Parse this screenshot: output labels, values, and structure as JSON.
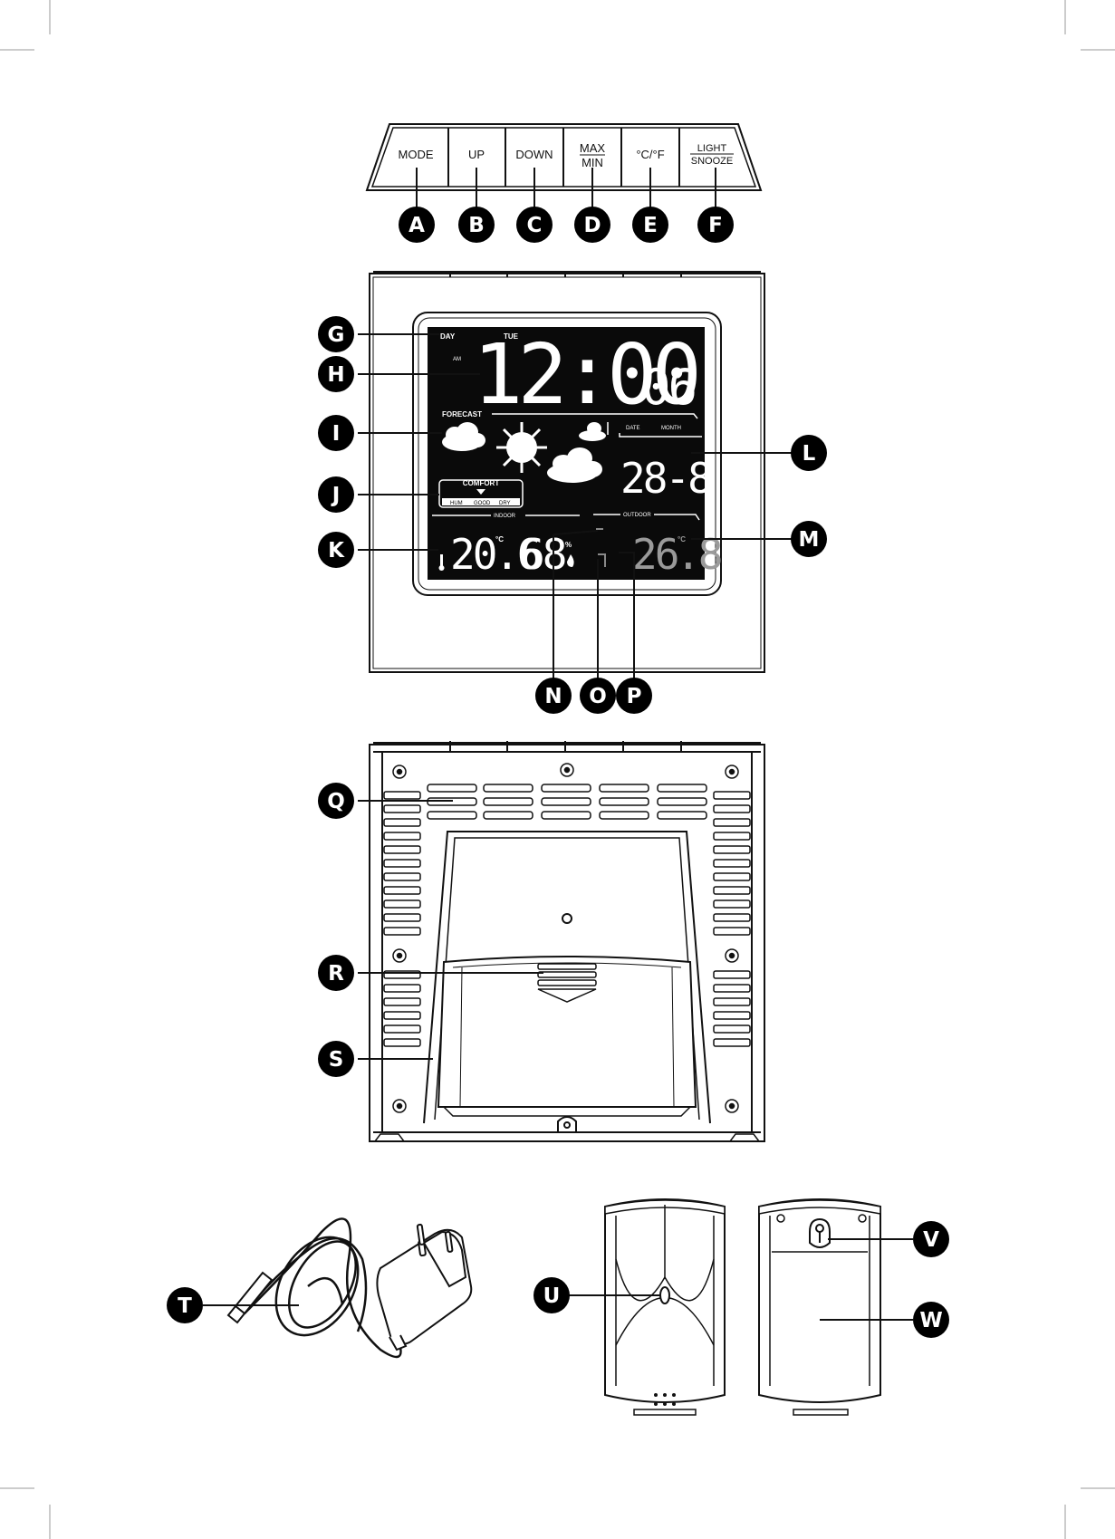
{
  "buttons": [
    {
      "label": "MODE"
    },
    {
      "label": "UP"
    },
    {
      "label": "DOWN"
    },
    {
      "label_top": "MAX",
      "label_bottom": "MIN"
    },
    {
      "label": "°C/°F"
    },
    {
      "label_top": "LIGHT",
      "label_bottom": "SNOOZE"
    }
  ],
  "callouts": [
    "A",
    "B",
    "C",
    "D",
    "E",
    "F",
    "G",
    "H",
    "I",
    "J",
    "K",
    "L",
    "M",
    "N",
    "O",
    "P",
    "Q",
    "R",
    "S",
    "T",
    "U",
    "V",
    "W"
  ],
  "lcd": {
    "day_label": "DAY",
    "weekday": "TUE",
    "ampm": "AM",
    "time": "12:00",
    "seconds": "06",
    "forecast_label": "FORECAST",
    "date_label": "DATE",
    "month_label": "MONTH",
    "date_value": "28-8",
    "comfort_label": "COMFORT",
    "comfort_options": [
      "HUM",
      "GOOD",
      "DRY"
    ],
    "indoor_label": "INDOOR",
    "outdoor_label": "OUTDOOR",
    "indoor_temp": "20",
    "indoor_temp_dec": ".6",
    "indoor_unit": "°C",
    "humidity": "68",
    "humidity_unit": "%",
    "outdoor_temp": "26",
    "outdoor_temp_dec": ".8",
    "outdoor_unit": "°C"
  }
}
